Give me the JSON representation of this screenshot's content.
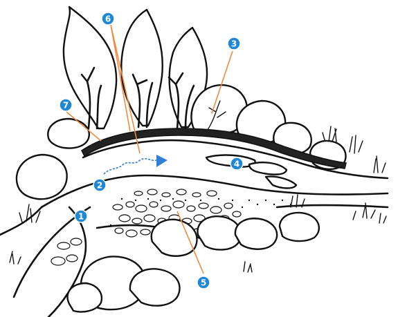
{
  "colors": {
    "badge": "#1e88d6",
    "badge_text": "#ffffff",
    "leader_line": "#f08a3c",
    "flow_arrow": "#2f7fd8",
    "ink": "#111111"
  },
  "markers": [
    {
      "label": "1"
    },
    {
      "label": "2"
    },
    {
      "label": "3"
    },
    {
      "label": "4"
    },
    {
      "label": "5"
    },
    {
      "label": "6"
    },
    {
      "label": "7"
    }
  ]
}
